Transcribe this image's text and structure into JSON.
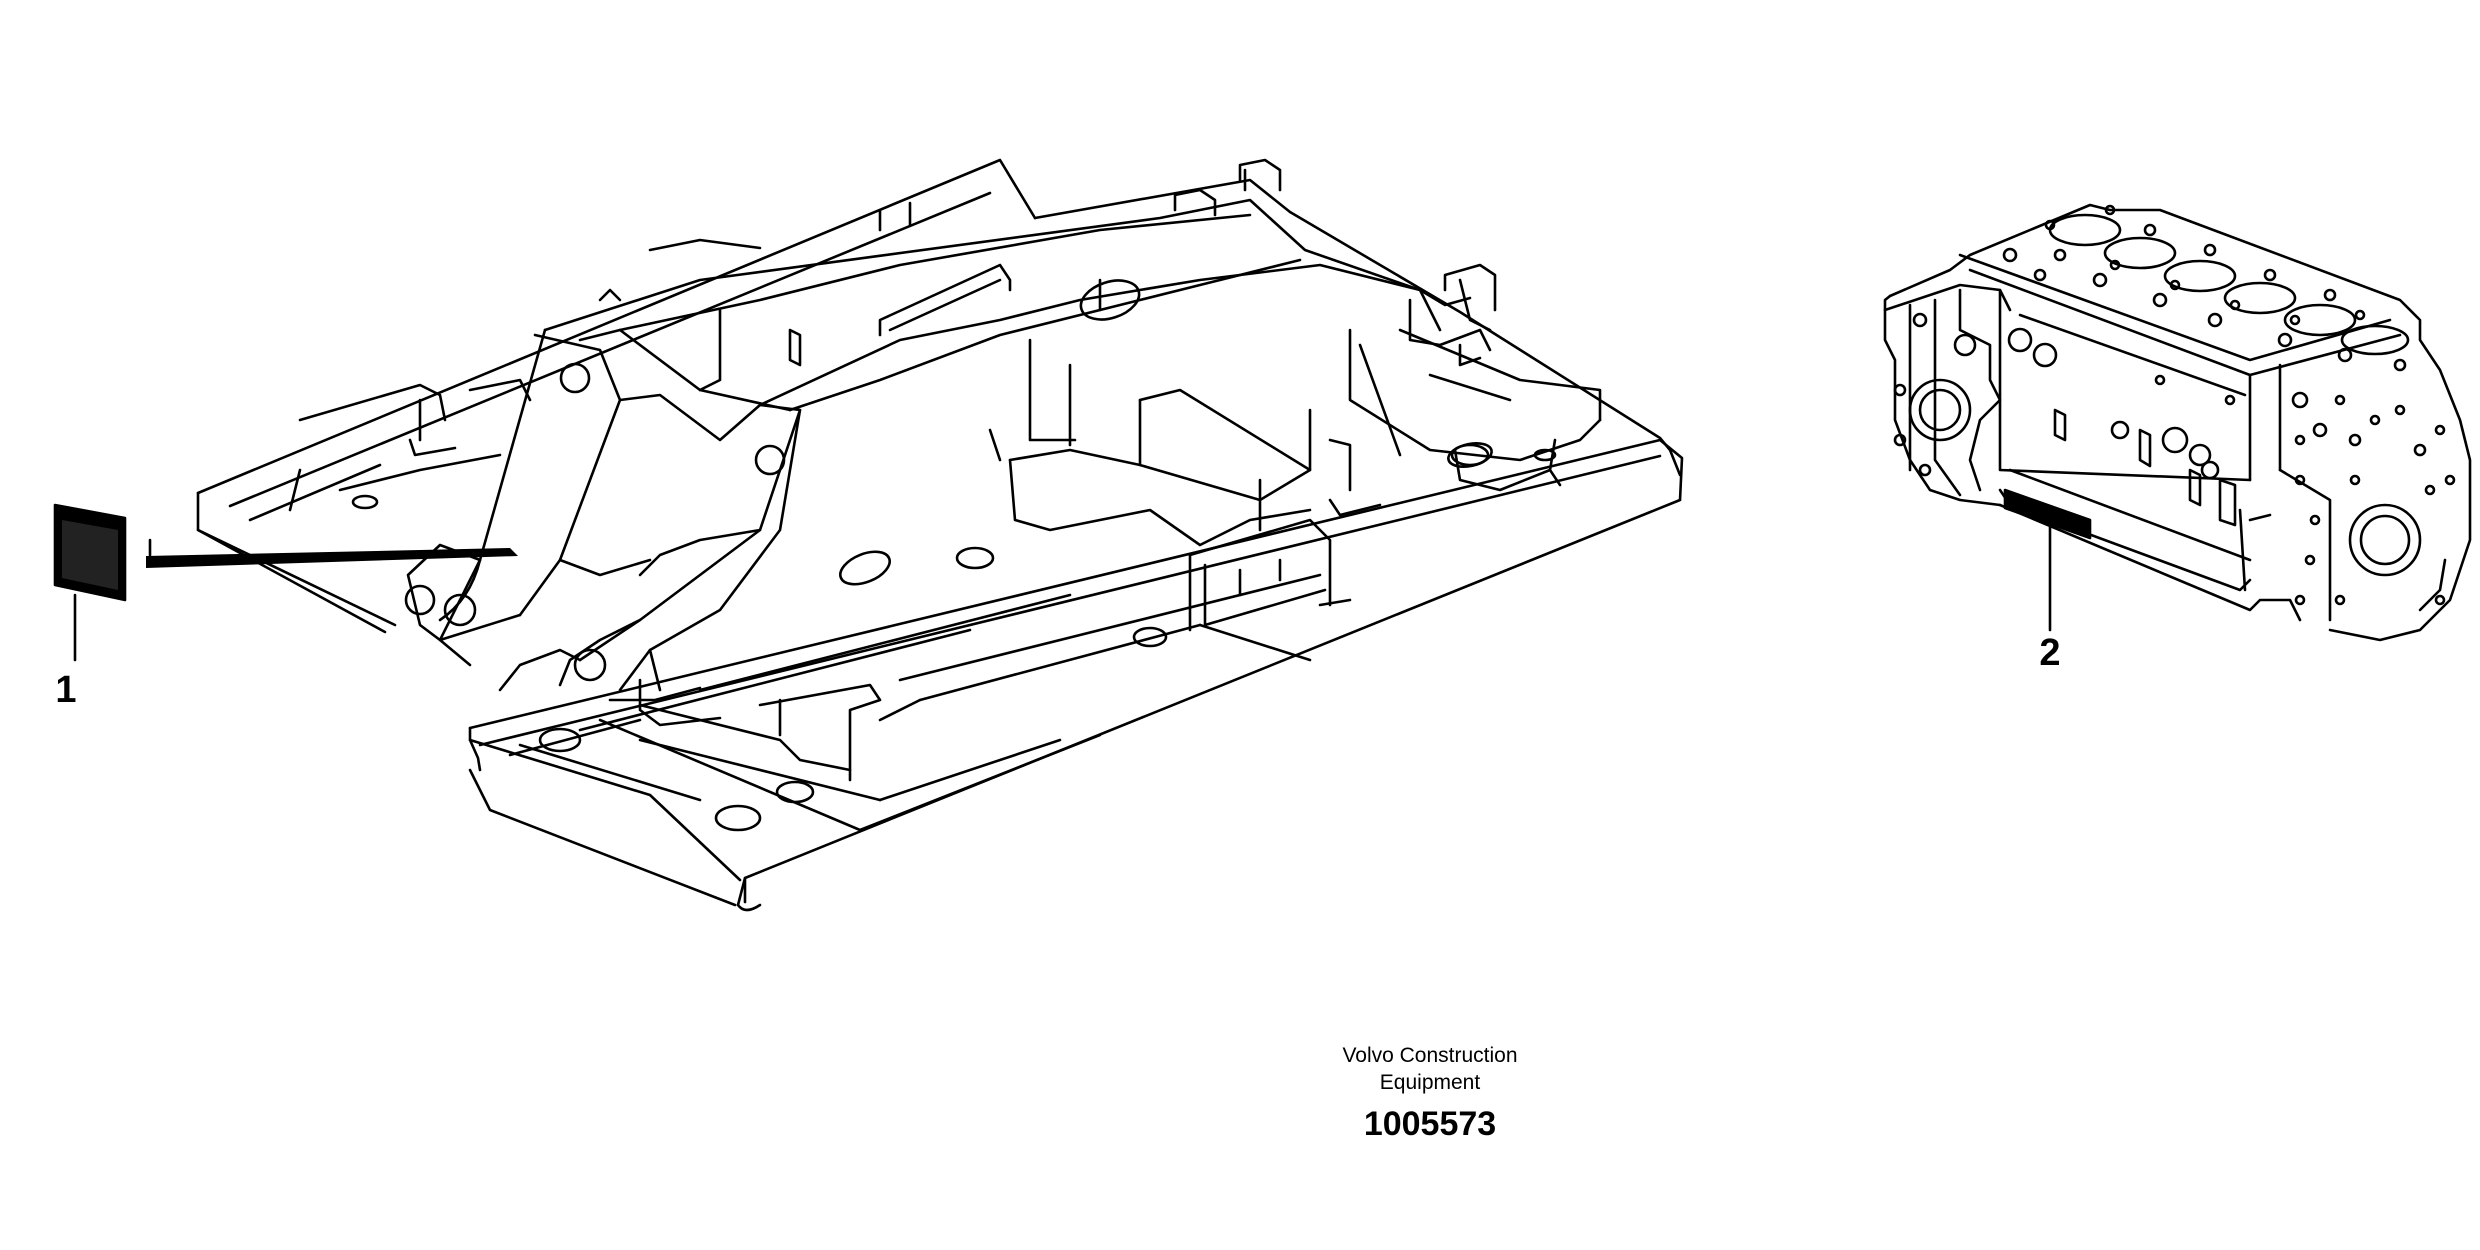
{
  "callouts": [
    {
      "label": "1"
    },
    {
      "label": "2"
    }
  ],
  "footer": {
    "org_line1": "Volvo Construction",
    "org_line2": "Equipment",
    "drawing_number": "1005573"
  }
}
